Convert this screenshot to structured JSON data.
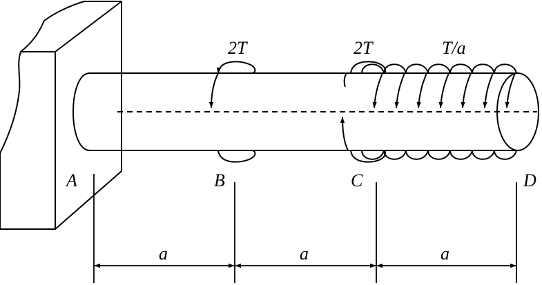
{
  "points": {
    "a_label": "A",
    "b_label": "B",
    "c_label": "C",
    "d_label": "D"
  },
  "loads": {
    "torque_b": "2T",
    "torque_c": "2T",
    "distributed": "T/a"
  },
  "dimensions": {
    "seg_ab": "a",
    "seg_bc": "a",
    "seg_cd": "a"
  }
}
